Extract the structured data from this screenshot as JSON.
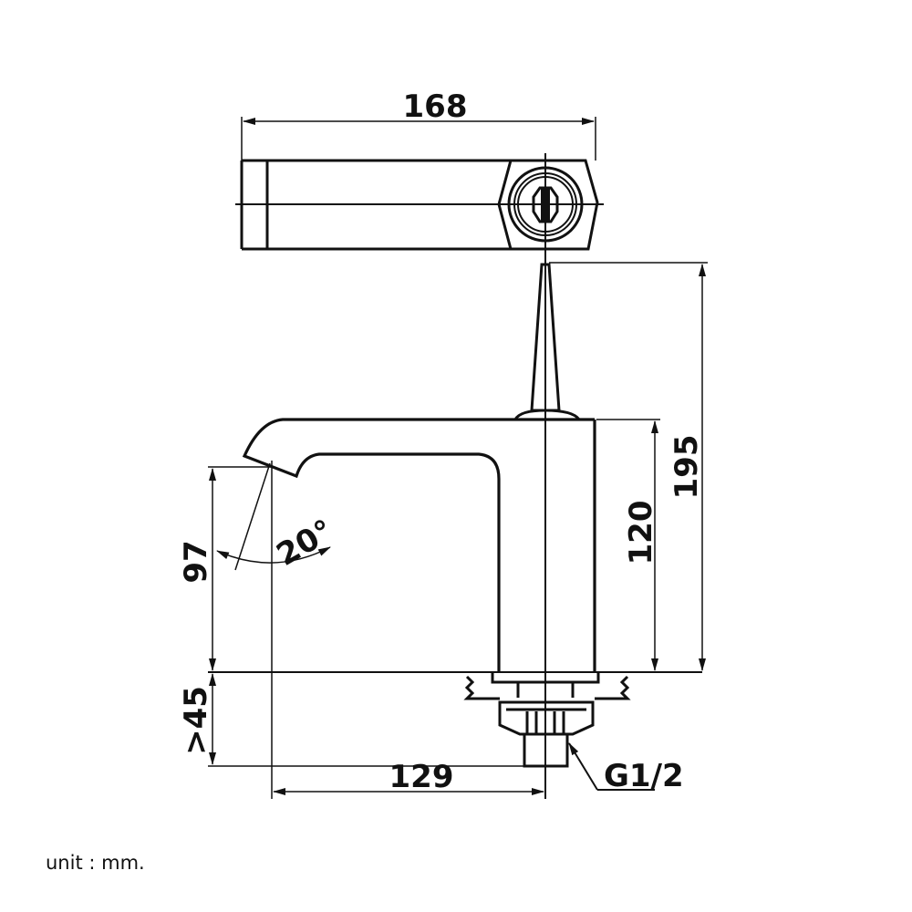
{
  "drawing": {
    "dimensions": {
      "width_top": "168",
      "total_height": "195",
      "body_height": "120",
      "spout_height": "97",
      "pipe_length": "45",
      "spout_reach": "129",
      "spout_angle": "20°",
      "thread": "G1/2"
    },
    "unit_label": "unit : mm."
  },
  "colors": {
    "line": "#111111",
    "background": "#ffffff"
  }
}
